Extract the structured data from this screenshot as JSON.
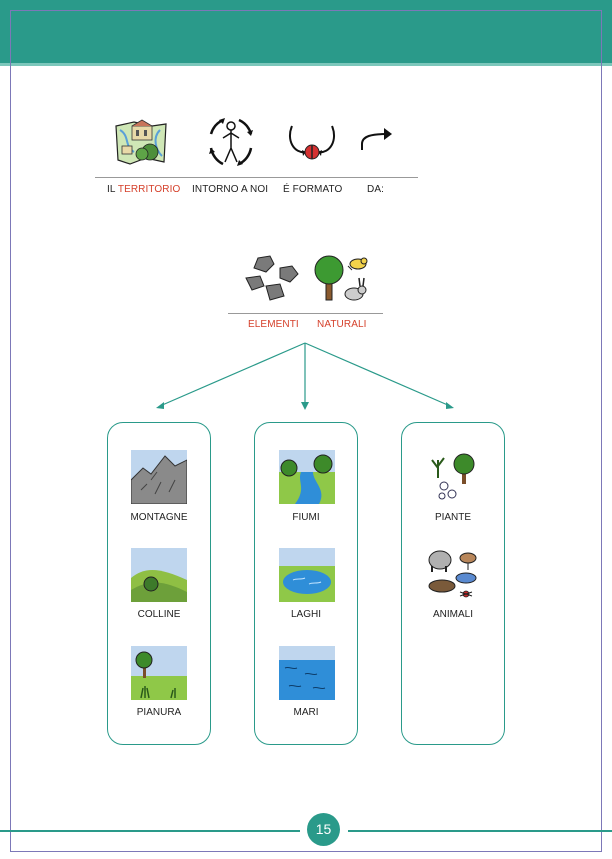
{
  "sentence": {
    "il": "IL",
    "territorio": "TERRITORIO",
    "intorno": "INTORNO A NOI",
    "formato": "É FORMATO",
    "da": "DA:"
  },
  "elementi": {
    "elementi": "ELEMENTI",
    "naturali": "NATURALI"
  },
  "columns": [
    {
      "items": [
        "MONTAGNE",
        "COLLINE",
        "PIANURA"
      ]
    },
    {
      "items": [
        "FIUMI",
        "LAGHI",
        "MARI"
      ]
    },
    {
      "items": [
        "PIANTE",
        "ANIMALI"
      ]
    }
  ],
  "page_number": "15",
  "colors": {
    "accent": "#2a9a8a",
    "highlight": "#d5402b",
    "frame": "#7c78b8"
  }
}
